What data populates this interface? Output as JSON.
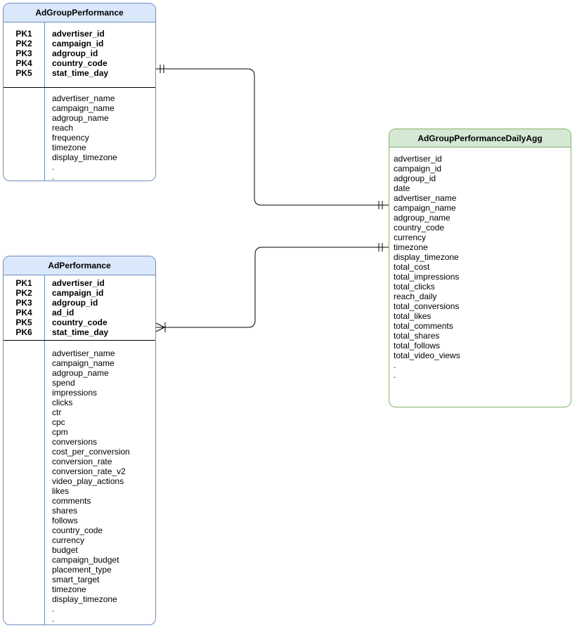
{
  "diagram": {
    "type": "entity-relationship",
    "line_color": "#000000",
    "entities": [
      {
        "title": "AdGroupPerformance",
        "header_fill": "#dae8fc",
        "border_color": "#6c8ebf",
        "primary_keys": [
          {
            "key": "PK1",
            "field": "advertiser_id"
          },
          {
            "key": "PK2",
            "field": "campaign_id"
          },
          {
            "key": "PK3",
            "field": "adgroup_id"
          },
          {
            "key": "PK4",
            "field": "country_code"
          },
          {
            "key": "PK5",
            "field": "stat_time_day"
          }
        ],
        "attributes": [
          "advertiser_name",
          "campaign_name",
          "adgroup_name",
          "reach",
          "frequency",
          "timezone",
          "display_timezone",
          ".",
          "."
        ]
      },
      {
        "title": "AdPerformance",
        "header_fill": "#dae8fc",
        "border_color": "#6c8ebf",
        "primary_keys": [
          {
            "key": "PK1",
            "field": "advertiser_id"
          },
          {
            "key": "PK2",
            "field": "campaign_id"
          },
          {
            "key": "PK3",
            "field": "adgroup_id"
          },
          {
            "key": "PK4",
            "field": "ad_id"
          },
          {
            "key": "PK5",
            "field": "country_code"
          },
          {
            "key": "PK6",
            "field": "stat_time_day"
          }
        ],
        "attributes": [
          "advertiser_name",
          "campaign_name",
          "adgroup_name",
          "spend",
          "impressions",
          "clicks",
          "ctr",
          "cpc",
          "cpm",
          "conversions",
          "cost_per_conversion",
          "conversion_rate",
          "conversion_rate_v2",
          "video_play_actions",
          "likes",
          "comments",
          "shares",
          "follows",
          "country_code",
          "currency",
          "budget",
          "campaign_budget",
          "placement_type",
          "smart_target",
          "timezone",
          "display_timezone",
          ".",
          "."
        ]
      },
      {
        "title": "AdGroupPerformanceDailyAgg",
        "header_fill": "#d5e8d4",
        "border_color": "#82b366",
        "primary_keys": [],
        "attributes": [
          "advertiser_id",
          "campaign_id",
          "adgroup_id",
          "date",
          "advertiser_name",
          "campaign_name",
          "adgroup_name",
          "country_code",
          "currency",
          "timezone",
          "display_timezone",
          "total_cost",
          "total_impressions",
          "total_clicks",
          "reach_daily",
          "total_conversions",
          "total_likes",
          "total_comments",
          "total_shares",
          "total_follows",
          "total_video_views",
          ".",
          "."
        ]
      }
    ],
    "connectors": [
      {
        "from": "AdGroupPerformance",
        "to": "AdGroupPerformanceDailyAgg",
        "from_cardinality": "exactly-one",
        "to_cardinality": "exactly-one"
      },
      {
        "from": "AdPerformance",
        "to": "AdGroupPerformanceDailyAgg",
        "from_cardinality": "many",
        "to_cardinality": "exactly-one"
      }
    ]
  }
}
